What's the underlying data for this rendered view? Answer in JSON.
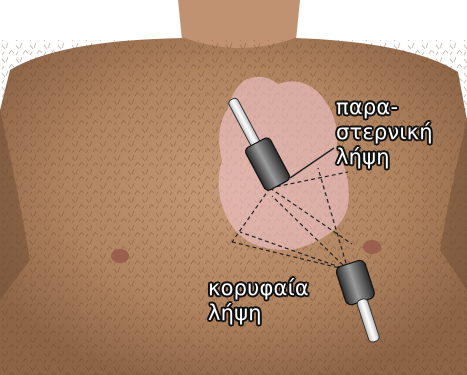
{
  "labels": {
    "parasternal": [
      "παρα-",
      "στερνική",
      "λήψη"
    ],
    "apical": [
      "κορυφαία",
      "λήψη"
    ]
  },
  "colors": {
    "background": "#ffffff",
    "skin": "#b98c6c",
    "heart_overlay": "#f2c6cf",
    "label_text": "#ffffff",
    "label_outline": "#111111"
  }
}
